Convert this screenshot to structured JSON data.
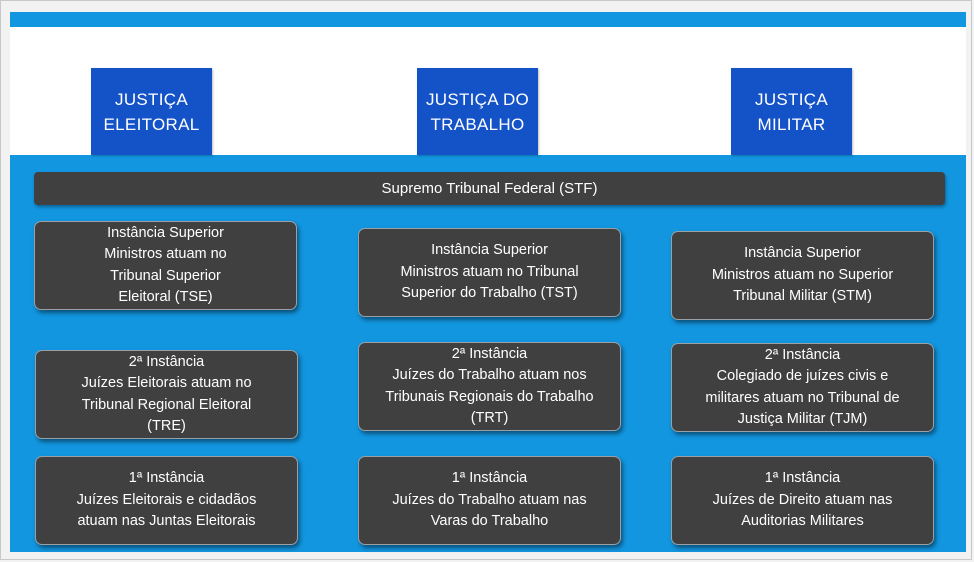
{
  "headers": [
    {
      "label": "JUSTIÇA\nELEITORAL"
    },
    {
      "label": "JUSTIÇA DO\nTRABALHO"
    },
    {
      "label": "JUSTIÇA\nMILITAR"
    }
  ],
  "stf": {
    "label": "Supremo Tribunal Federal (STF)"
  },
  "columns": [
    {
      "superior": {
        "title": "Instância Superior",
        "desc": "Ministros  atuam no\nTribunal Superior\nEleitoral (TSE)"
      },
      "second": {
        "title": "2ª Instância",
        "desc": "Juízes Eleitorais  atuam no\nTribunal Regional Eleitoral\n(TRE)"
      },
      "first": {
        "title": "1ª Instância",
        "desc": "Juízes Eleitorais e cidadãos\natuam nas Juntas Eleitorais"
      }
    },
    {
      "superior": {
        "title": "Instância Superior",
        "desc": "Ministros atuam no Tribunal\nSuperior do Trabalho (TST)"
      },
      "second": {
        "title": "2ª Instância",
        "desc": "Juízes do Trabalho atuam nos\nTribunais Regionais do Trabalho\n(TRT)"
      },
      "first": {
        "title": "1ª Instância",
        "desc": "Juízes do Trabalho atuam nas\nVaras do Trabalho"
      }
    },
    {
      "superior": {
        "title": "Instância Superior",
        "desc": "Ministros atuam no Superior\nTribunal Militar (STM)"
      },
      "second": {
        "title": "2ª Instância",
        "desc": "Colegiado de juízes civis e\nmilitares atuam no Tribunal de\nJustiça Militar (TJM)"
      },
      "first": {
        "title": "1ª Instância",
        "desc": "Juízes de Direito atuam nas\nAuditorias Militares"
      }
    }
  ],
  "colors": {
    "blue_background": "#1296e0",
    "header_blue": "#1452c8",
    "card_gray": "#404040"
  }
}
